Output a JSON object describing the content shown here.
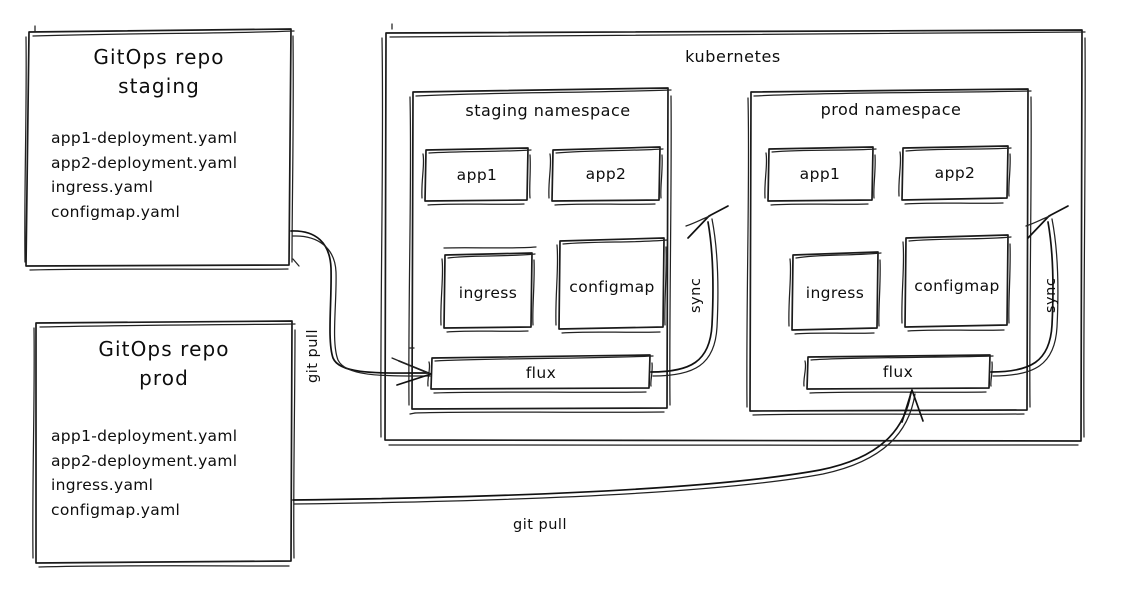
{
  "diagram": {
    "title": "GitOps multi-environment flux sync diagram",
    "stroke_color": "#1b1b1b",
    "background_color": "#ffffff"
  },
  "repos": [
    {
      "id": "staging-repo",
      "title_line1": "GitOps repo",
      "title_line2": "staging",
      "files": [
        "app1-deployment.yaml",
        "app2-deployment.yaml",
        "ingress.yaml",
        "configmap.yaml"
      ]
    },
    {
      "id": "prod-repo",
      "title_line1": "GitOps repo",
      "title_line2": "prod",
      "files": [
        "app1-deployment.yaml",
        "app2-deployment.yaml",
        "ingress.yaml",
        "configmap.yaml"
      ]
    }
  ],
  "cluster": {
    "label": "kubernetes",
    "namespaces": [
      {
        "id": "staging-namespace",
        "label": "staging namespace",
        "workloads": [
          "app1",
          "app2"
        ],
        "resources": [
          "ingress",
          "configmap"
        ],
        "controller": "flux",
        "sync_label": "sync"
      },
      {
        "id": "prod-namespace",
        "label": "prod namespace",
        "workloads": [
          "app1",
          "app2"
        ],
        "resources": [
          "ingress",
          "configmap"
        ],
        "controller": "flux",
        "sync_label": "sync"
      }
    ]
  },
  "edges": [
    {
      "id": "staging-git-pull",
      "label": "git pull",
      "orientation": "vertical",
      "from": "staging-repo",
      "to": "staging-flux"
    },
    {
      "id": "prod-git-pull",
      "label": "git pull",
      "orientation": "horizontal",
      "from": "prod-repo",
      "to": "prod-flux"
    }
  ]
}
